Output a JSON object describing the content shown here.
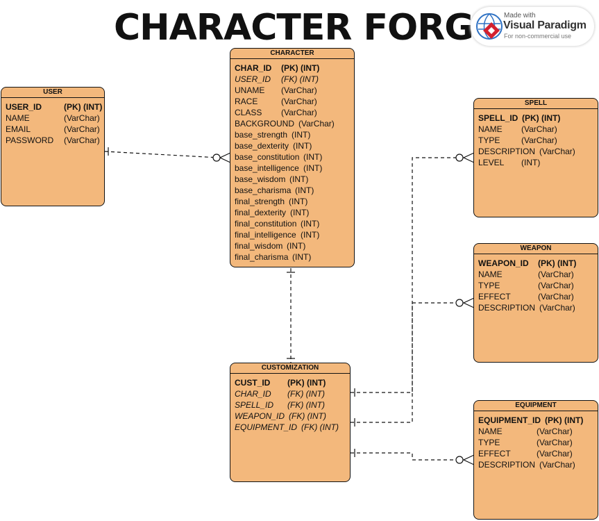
{
  "title": "CHARACTER FORGE",
  "badge": {
    "made_with": "Made with",
    "brand": "Visual Paradigm",
    "note": "For non-commercial use"
  },
  "entities": {
    "user": {
      "header": "USER",
      "rows": [
        {
          "name": "USER_ID",
          "type": "(PK) (INT)",
          "key": "pk"
        },
        {
          "name": "NAME",
          "type": "(VarChar)"
        },
        {
          "name": "EMAIL",
          "type": "(VarChar)"
        },
        {
          "name": "PASSWORD",
          "type": "(VarChar)"
        }
      ]
    },
    "character": {
      "header": "CHARACTER",
      "rows": [
        {
          "name": "CHAR_ID",
          "type": "(PK) (INT)",
          "key": "pk"
        },
        {
          "name": "USER_ID",
          "type": "(FK) (INT)",
          "key": "fk"
        },
        {
          "name": "UNAME",
          "type": "(VarChar)"
        },
        {
          "name": "RACE",
          "type": "(VarChar)"
        },
        {
          "name": "CLASS",
          "type": "(VarChar)"
        },
        {
          "name": "BACKGROUND",
          "type": "(VarChar)"
        },
        {
          "name": "base_strength",
          "type": "(INT)"
        },
        {
          "name": "base_dexterity",
          "type": "(INT)"
        },
        {
          "name": "base_constitution",
          "type": "(INT)"
        },
        {
          "name": "base_intelligence",
          "type": "(INT)"
        },
        {
          "name": "base_wisdom",
          "type": "(INT)"
        },
        {
          "name": "base_charisma",
          "type": "(INT)"
        },
        {
          "name": "final_strength",
          "type": "(INT)"
        },
        {
          "name": "final_dexterity",
          "type": "(INT)"
        },
        {
          "name": "final_constitution",
          "type": "(INT)"
        },
        {
          "name": "final_intelligence",
          "type": "(INT)"
        },
        {
          "name": "final_wisdom",
          "type": "(INT)"
        },
        {
          "name": "final_charisma",
          "type": "(INT)"
        }
      ]
    },
    "spell": {
      "header": "SPELL",
      "rows": [
        {
          "name": "SPELL_ID",
          "type": "(PK) (INT)",
          "key": "pk"
        },
        {
          "name": "NAME",
          "type": "(VarChar)"
        },
        {
          "name": "TYPE",
          "type": "(VarChar)"
        },
        {
          "name": "DESCRIPTION",
          "type": "(VarChar)"
        },
        {
          "name": "LEVEL",
          "type": "(INT)"
        }
      ]
    },
    "weapon": {
      "header": "WEAPON",
      "rows": [
        {
          "name": "WEAPON_ID",
          "type": "(PK) (INT)",
          "key": "pk"
        },
        {
          "name": "NAME",
          "type": "(VarChar)"
        },
        {
          "name": "TYPE",
          "type": "(VarChar)"
        },
        {
          "name": "EFFECT",
          "type": "(VarChar)"
        },
        {
          "name": "DESCRIPTION",
          "type": "(VarChar)"
        }
      ]
    },
    "customization": {
      "header": "CUSTOMIZATION",
      "rows": [
        {
          "name": "CUST_ID",
          "type": "(PK) (INT)",
          "key": "pk"
        },
        {
          "name": "CHAR_ID",
          "type": "(FK) (INT)",
          "key": "fk"
        },
        {
          "name": "SPELL_ID",
          "type": "(FK) (INT)",
          "key": "fk"
        },
        {
          "name": "WEAPON_ID",
          "type": "(FK) (INT)",
          "key": "fk"
        },
        {
          "name": "EQUIPMENT_ID",
          "type": "(FK) (INT)",
          "key": "fk"
        }
      ]
    },
    "equipment": {
      "header": "EQUIPMENT",
      "rows": [
        {
          "name": "EQUIPMENT_ID",
          "type": "(PK) (INT)",
          "key": "pk"
        },
        {
          "name": "NAME",
          "type": "(VarChar)"
        },
        {
          "name": "TYPE",
          "type": "(VarChar)"
        },
        {
          "name": "EFFECT",
          "type": "(VarChar)"
        },
        {
          "name": "DESCRIPTION",
          "type": "(VarChar)"
        }
      ]
    }
  },
  "relationships": [
    {
      "from": "USER",
      "to": "CHARACTER",
      "from_end": "one",
      "to_end": "zero-or-many"
    },
    {
      "from": "CHARACTER",
      "to": "CUSTOMIZATION",
      "from_end": "one",
      "to_end": "one"
    },
    {
      "from": "CUSTOMIZATION",
      "to": "SPELL",
      "from_end": "one",
      "to_end": "zero-or-many"
    },
    {
      "from": "CUSTOMIZATION",
      "to": "WEAPON",
      "from_end": "one",
      "to_end": "zero-or-many"
    },
    {
      "from": "CUSTOMIZATION",
      "to": "EQUIPMENT",
      "from_end": "one",
      "to_end": "zero-or-many"
    }
  ]
}
